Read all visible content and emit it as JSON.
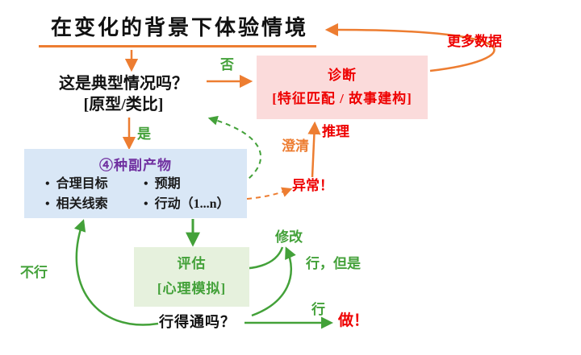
{
  "colors": {
    "orange": "#ED7D31",
    "green": "#43A139",
    "red": "#EE0000",
    "purple": "#7030A0",
    "pink_bg": "#FBDBDB",
    "blue_bg": "#D9E7F6",
    "greenbox_bg": "#E6F1DD"
  },
  "title": {
    "text": "在变化的背景下体验情境"
  },
  "typical_question": {
    "line1": "这是典型情况吗？",
    "line2": "[原型/类比]"
  },
  "diagnosis_box": {
    "line1": "诊断",
    "line2": "[特征匹配 / 故事建构]"
  },
  "byproducts_box": {
    "title": "④种副产物",
    "bullet": "•",
    "rows": [
      {
        "items": [
          "合理目标",
          "预期"
        ]
      },
      {
        "items": [
          "相关线索",
          "行动（1...n）"
        ]
      }
    ]
  },
  "evaluate_box": {
    "line1": "评估",
    "line2": "[心理模拟]"
  },
  "workable_question": {
    "text": "行得通吗？"
  },
  "do_action": {
    "text": "做！"
  },
  "edge_labels": {
    "no": "否",
    "yes": "是",
    "more_data": "更多数据",
    "inference": "推理",
    "clarify": "澄清",
    "anomaly": "异常！",
    "modify": "修改",
    "yes_but": "行，但是",
    "not_workable": "不行",
    "workable": "行"
  }
}
